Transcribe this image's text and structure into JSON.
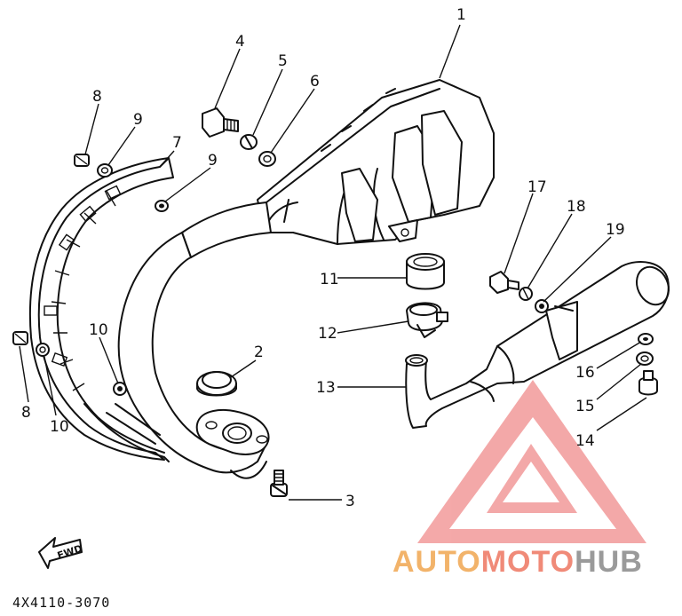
{
  "diagram": {
    "part_numbers": [
      "1",
      "2",
      "3",
      "4",
      "5",
      "6",
      "7",
      "8",
      "9",
      "9",
      "10",
      "11",
      "12",
      "13",
      "14",
      "15",
      "16",
      "17",
      "18",
      "19",
      "10",
      "8"
    ],
    "fwd_label": "FWD",
    "drawing_code": "4X4110-3070"
  },
  "watermark": {
    "part1": "AUTO",
    "part2": "MOTO",
    "part3": "HUB",
    "colors": {
      "auto": "#f2b36a",
      "moto": "#f08a78",
      "hub": "#9a9a9a",
      "triangle": "#f07a7a"
    }
  }
}
